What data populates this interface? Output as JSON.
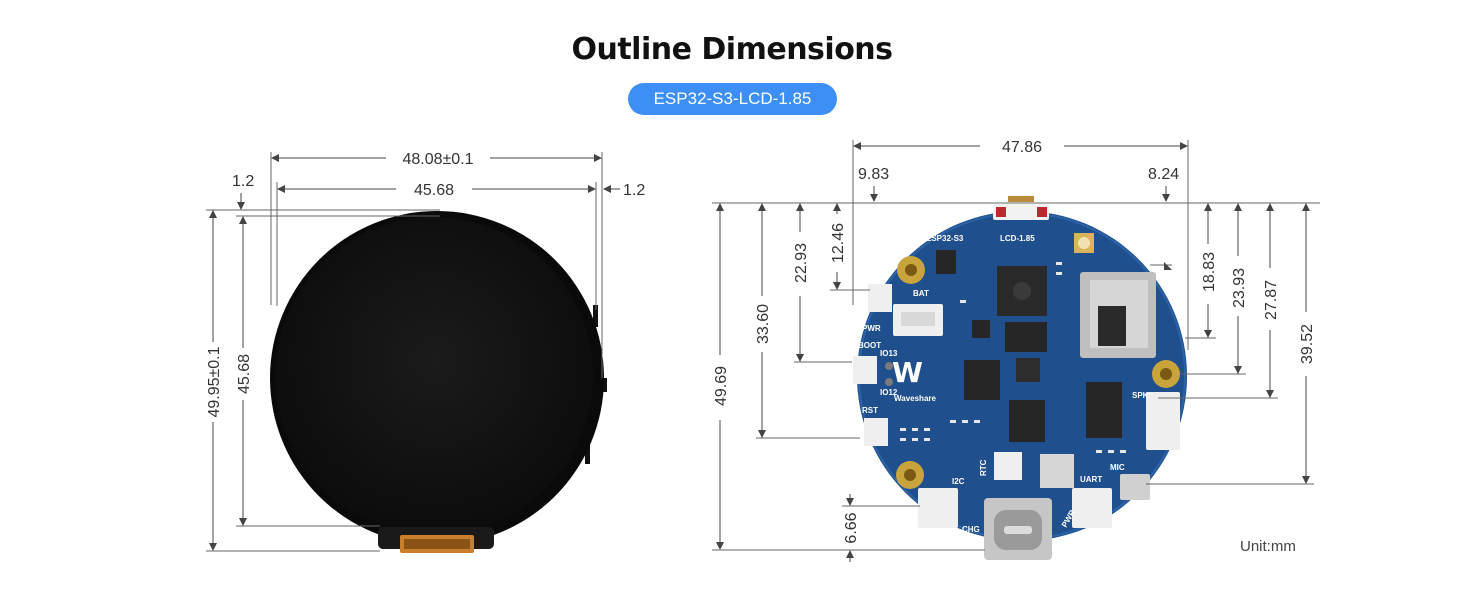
{
  "title": "Outline Dimensions",
  "model_badge": "ESP32-S3-LCD-1.85",
  "unit_label": "Unit:mm",
  "colors": {
    "badge": "#3d8ff5",
    "pcb": "#1f4f8c",
    "lcd": "#111111"
  },
  "left_view": {
    "width_outer": "48.08±0.1",
    "width_inner": "45.68",
    "margin_left": "1.2",
    "margin_right": "1.2",
    "height_outer": "49.95±0.1",
    "height_inner": "45.68"
  },
  "right_view": {
    "width_total": "47.86",
    "offset_left": "9.83",
    "offset_right": "8.24",
    "height_total": "49.69",
    "h_33_60": "33.60",
    "h_22_93": "22.93",
    "h_12_46": "12.46",
    "bottom_6_66": "6.66",
    "r_18_83": "18.83",
    "r_23_93": "23.93",
    "r_27_87": "27.87",
    "r_39_52": "39.52"
  },
  "silkscreen": {
    "chip": "ESP32-S3",
    "lcd": "LCD-1.85",
    "brand": "Waveshare",
    "bat": "BAT",
    "pwr": "PWR",
    "boot": "BOOT",
    "rst": "RST",
    "io13": "IO13",
    "io12": "IO12",
    "spk": "SPK",
    "mic": "MIC",
    "uart": "UART",
    "rtc": "RTC",
    "i2c": "I2C",
    "chg": "CHG",
    "pwr_led": "PWR"
  }
}
